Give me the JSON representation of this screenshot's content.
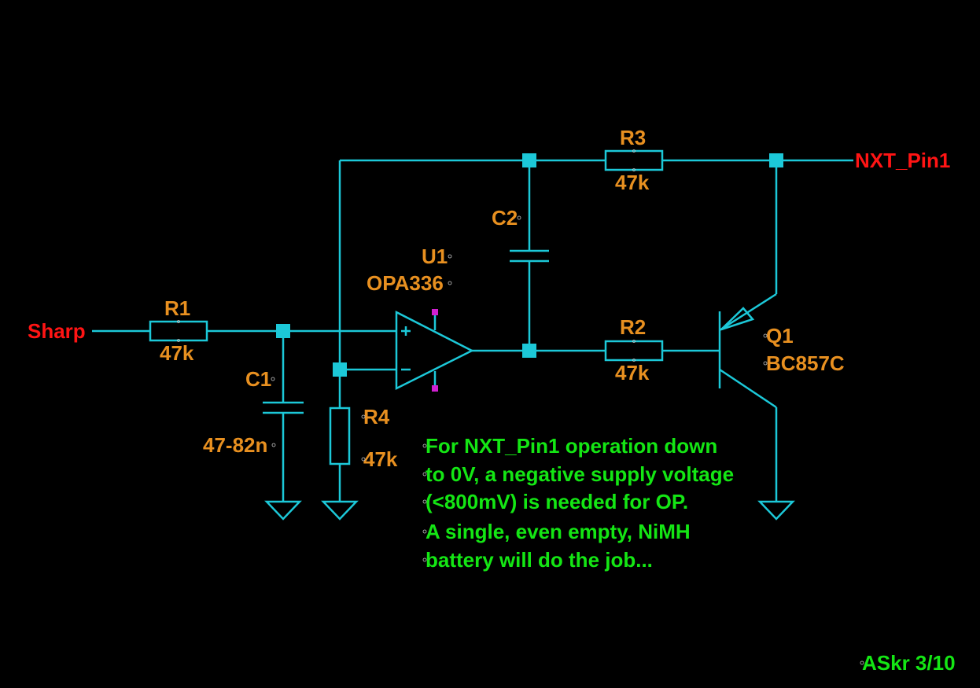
{
  "nets": {
    "input": "Sharp",
    "output": "NXT_Pin1"
  },
  "components": {
    "r1": {
      "ref": "R1",
      "value": "47k"
    },
    "r2": {
      "ref": "R2",
      "value": "47k"
    },
    "r3": {
      "ref": "R3",
      "value": "47k"
    },
    "r4": {
      "ref": "R4",
      "value": "47k"
    },
    "c1": {
      "ref": "C1",
      "value": "47-82n"
    },
    "c2": {
      "ref": "C2"
    },
    "u1": {
      "ref": "U1",
      "value": "OPA336"
    },
    "q1": {
      "ref": "Q1",
      "value": "BC857C"
    }
  },
  "note": {
    "lines": [
      "For NXT_Pin1 operation down",
      "to 0V, a negative supply voltage",
      "(<800mV) is needed for OP.",
      "A single, even empty, NiMH",
      "battery will do the job..."
    ]
  },
  "footer": {
    "credit": "ASkr 3/10"
  },
  "colors": {
    "background": "#000000",
    "wire": "#1cc8d8",
    "component_label": "#e89020",
    "net_label": "#ff1414",
    "note_text": "#14e614",
    "pin_marker": "#d020d0"
  }
}
